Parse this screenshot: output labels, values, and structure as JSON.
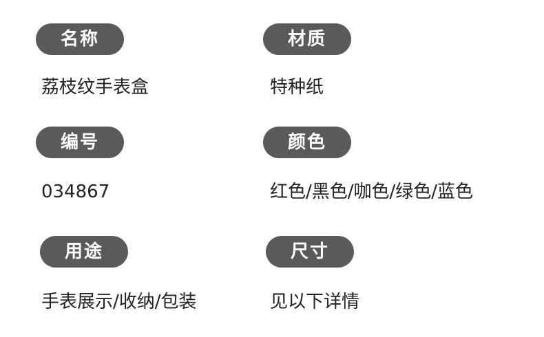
{
  "specs": [
    {
      "label": "名称",
      "value": "荔枝纹手表盒"
    },
    {
      "label": "材质",
      "value": "特种纸"
    },
    {
      "label": "编号",
      "value": "034867"
    },
    {
      "label": "颜色",
      "value": "红色/黑色/咖色/绿色/蓝色"
    },
    {
      "label": "用途",
      "value": "手表展示/收纳/包装"
    },
    {
      "label": "尺寸",
      "value": "见以下详情"
    }
  ],
  "colors": {
    "pill_background": "#5a5a5a",
    "pill_text": "#ffffff",
    "value_text": "#222222"
  }
}
